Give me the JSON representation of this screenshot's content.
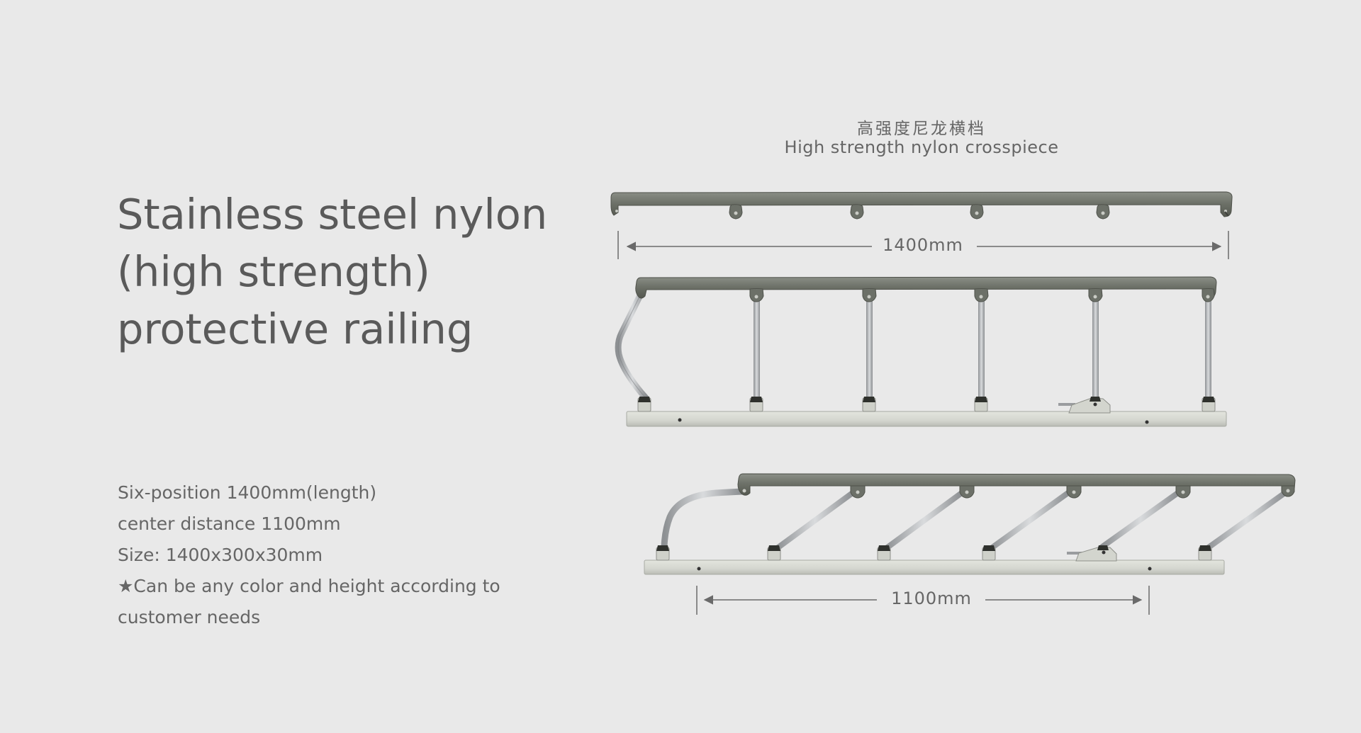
{
  "heading": {
    "lines": [
      "Stainless steel nylon",
      "(high strength)",
      "protective railing"
    ]
  },
  "specs": {
    "lines": [
      "Six-position 1400mm(length)",
      "center distance 1100mm",
      "Size: 1400x300x30mm",
      "★Can be any color and height according to",
      "customer needs"
    ]
  },
  "callout": {
    "chinese": "高强度尼龙横档",
    "english": "High strength nylon crosspiece"
  },
  "dimensions": {
    "top_length": "1400mm",
    "bottom_length": "1100mm"
  },
  "colors": {
    "background": "#e9e9e9",
    "rail_nylon": "#6f736c",
    "steel": "#a4a6a8",
    "base_bar": "#d6d8d1",
    "text": "#5a5a5a"
  },
  "product_views": [
    "crosspiece-top-view",
    "railing-raised-view",
    "railing-folded-view"
  ]
}
